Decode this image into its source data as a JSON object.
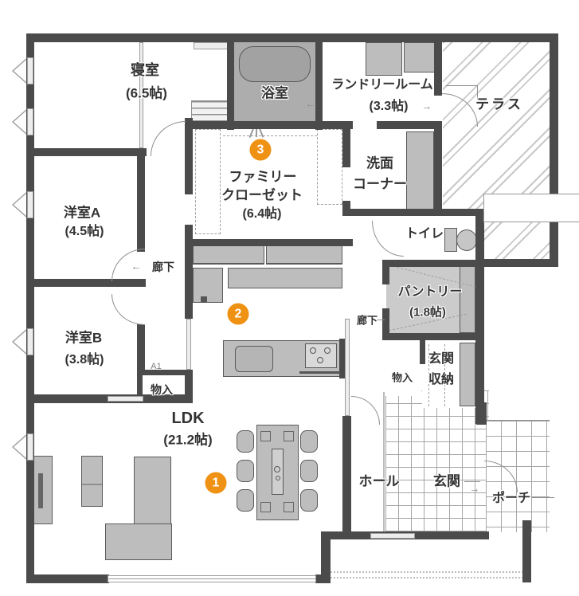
{
  "rooms": {
    "bedroom": {
      "name": "寝室",
      "size": "(6.5帖)"
    },
    "bath": {
      "name": "浴室"
    },
    "laundry": {
      "name": "ランドリールーム",
      "size": "(3.3帖)"
    },
    "terrace": {
      "name": "テラス"
    },
    "washroom": {
      "line1": "洗面",
      "line2": "コーナー"
    },
    "toilet": {
      "name": "トイレ"
    },
    "family_closet": {
      "line1": "ファミリー",
      "line2": "クローゼット",
      "size": "(6.4帖)"
    },
    "western_a": {
      "name": "洋室A",
      "size": "(4.5帖)"
    },
    "western_b": {
      "name": "洋室B",
      "size": "(3.8帖)"
    },
    "corridor_left": {
      "name": "廊下"
    },
    "corridor_right": {
      "name": "廊下"
    },
    "storage_left": {
      "name": "物入"
    },
    "storage_right": {
      "name": "物入"
    },
    "pantry": {
      "name": "パントリー",
      "size": "(1.8帖)"
    },
    "entrance_storage": {
      "line1": "玄関",
      "line2": "収納"
    },
    "ldk": {
      "name": "LDK",
      "size": "(21.2帖)"
    },
    "hall": {
      "name": "ホール"
    },
    "entrance": {
      "name": "玄関"
    },
    "porch": {
      "name": "ポーチ"
    }
  },
  "markers": [
    {
      "number": "1"
    },
    {
      "number": "2"
    },
    {
      "number": "3"
    }
  ],
  "annotations": {
    "door_mark": "A1"
  },
  "icons": {
    "arrow_left": "←",
    "arrow_right": "→"
  },
  "colors": {
    "marker": "#ef9112",
    "wall": "#4b4b4b"
  }
}
